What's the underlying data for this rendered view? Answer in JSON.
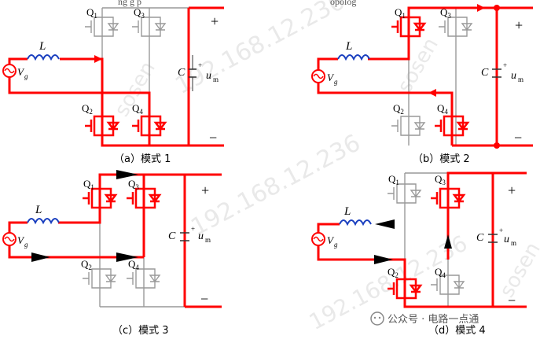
{
  "labels": {
    "L": "L",
    "Vg": "V",
    "Vg_sub": "g",
    "C": "C",
    "um": "u",
    "um_sub": "m",
    "plus": "+",
    "minus": "−",
    "cap_plus": "+",
    "Q": "Q",
    "q1": "1",
    "q2": "2",
    "q3": "3",
    "q4": "4"
  },
  "captions": {
    "a": "（a）模式 1",
    "b": "（b）模式 2",
    "c": "（c）模式 3",
    "d": "（d）模式 4"
  },
  "top_fragment": "ng    g  p",
  "top_fragment_right": "opolog",
  "watermark": "192.168.12.236",
  "watermark_side": "sosen",
  "brand": "公众号 · 电路一点通",
  "colors": {
    "active": "#ff0000",
    "inactive": "#999999",
    "arrow_black": "#000000",
    "inductor": "#1a3fbf",
    "watermark": "#d8d8d8"
  }
}
